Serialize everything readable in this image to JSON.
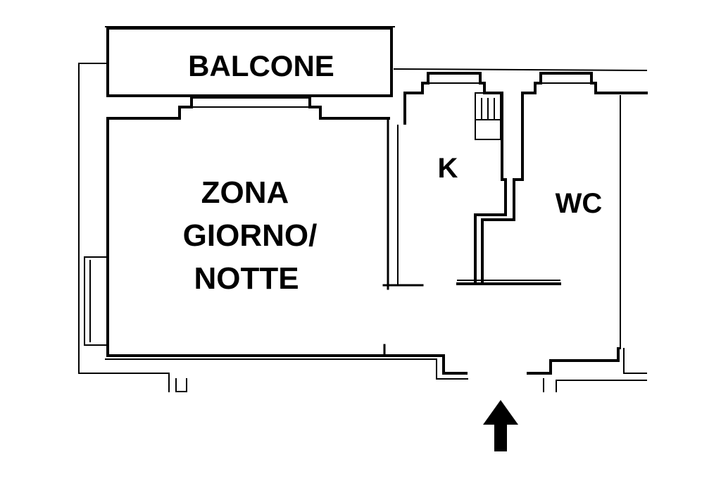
{
  "plan": {
    "rooms": [
      {
        "id": "balcone",
        "label": "BALCONE"
      },
      {
        "id": "zona",
        "label_lines": [
          "ZONA",
          "GIORNO/",
          "NOTTE"
        ]
      },
      {
        "id": "kitchen",
        "label": "K"
      },
      {
        "id": "wc",
        "label": "WC"
      }
    ],
    "entrance": {
      "icon": "arrow-up-icon"
    },
    "colors": {
      "line": "#000000",
      "background": "#ffffff"
    }
  }
}
